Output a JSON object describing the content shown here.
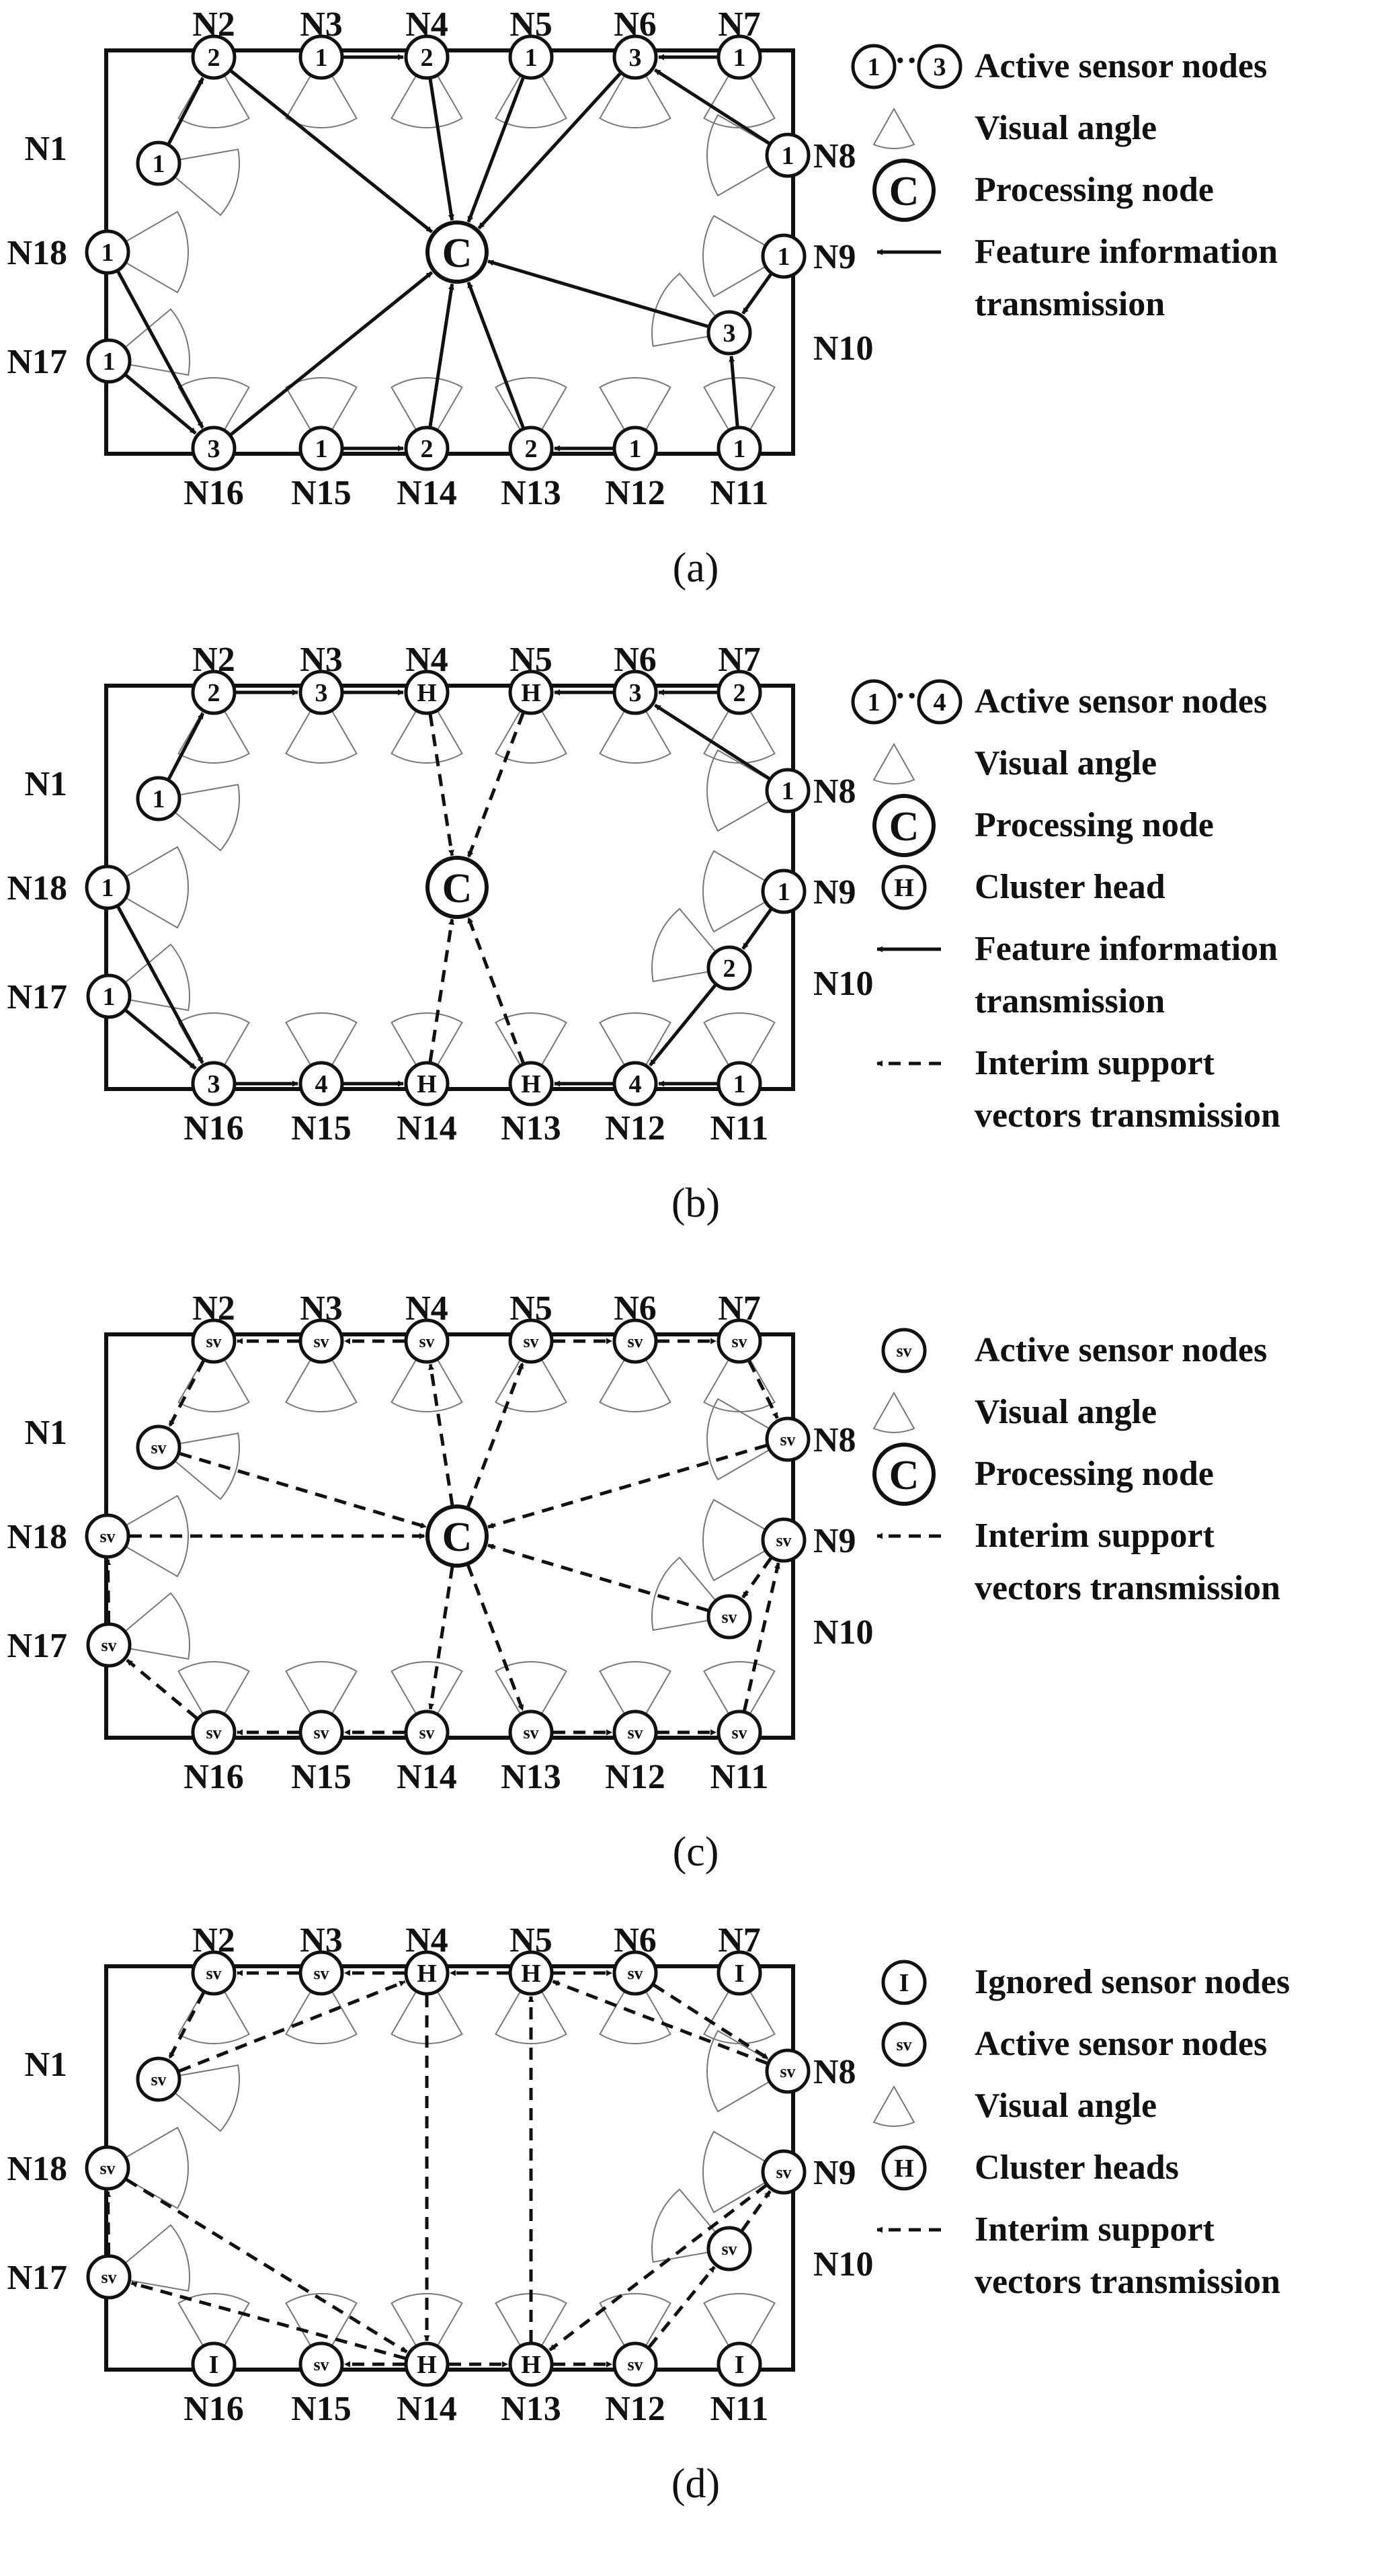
{
  "panels": [
    {
      "caption": "(a)",
      "top_labels": [
        "N2",
        "N3",
        "N4",
        "N5",
        "N6",
        "N7"
      ],
      "bottom_labels": [
        "N16",
        "N15",
        "N14",
        "N13",
        "N12",
        "N11"
      ],
      "left_labels": [
        "N1",
        "N18",
        "N17"
      ],
      "right_labels": [
        "N8",
        "N9",
        "N10"
      ],
      "center_label": "C",
      "nodes": {
        "N1": "1",
        "N2": "2",
        "N3": "1",
        "N4": "2",
        "N5": "1",
        "N6": "3",
        "N7": "1",
        "N8": "1",
        "N9": "1",
        "N10": "3",
        "N11": "1",
        "N12": "1",
        "N13": "2",
        "N14": "2",
        "N15": "1",
        "N16": "3",
        "N17": "1",
        "N18": "1"
      },
      "legend": [
        {
          "type": "range",
          "from": "1",
          "sep": "··",
          "to": "3",
          "text": "Active sensor nodes"
        },
        {
          "type": "angle",
          "text": "Visual angle"
        },
        {
          "type": "center",
          "symbol": "C",
          "text": "Processing node"
        },
        {
          "type": "solid",
          "lines": [
            "Feature information",
            "transmission"
          ]
        }
      ]
    },
    {
      "caption": "(b)",
      "top_labels": [
        "N2",
        "N3",
        "N4",
        "N5",
        "N6",
        "N7"
      ],
      "bottom_labels": [
        "N16",
        "N15",
        "N14",
        "N13",
        "N12",
        "N11"
      ],
      "left_labels": [
        "N1",
        "N18",
        "N17"
      ],
      "right_labels": [
        "N8",
        "N9",
        "N10"
      ],
      "center_label": "C",
      "nodes": {
        "N1": "1",
        "N2": "2",
        "N3": "3",
        "N4": "H",
        "N5": "H",
        "N6": "3",
        "N7": "2",
        "N8": "1",
        "N9": "1",
        "N10": "2",
        "N11": "1",
        "N12": "4",
        "N13": "H",
        "N14": "H",
        "N15": "4",
        "N16": "3",
        "N17": "1",
        "N18": "1"
      },
      "legend": [
        {
          "type": "range",
          "from": "1",
          "sep": "··",
          "to": "4",
          "text": "Active sensor nodes"
        },
        {
          "type": "angle",
          "text": "Visual angle"
        },
        {
          "type": "center",
          "symbol": "C",
          "text": "Processing node"
        },
        {
          "type": "node",
          "symbol": "H",
          "text": "Cluster head"
        },
        {
          "type": "solid",
          "lines": [
            "Feature information",
            "transmission"
          ]
        },
        {
          "type": "dashed",
          "lines": [
            "Interim support",
            "vectors transmission"
          ]
        }
      ]
    },
    {
      "caption": "(c)",
      "top_labels": [
        "N2",
        "N3",
        "N4",
        "N5",
        "N6",
        "N7"
      ],
      "bottom_labels": [
        "N16",
        "N15",
        "N14",
        "N13",
        "N12",
        "N11"
      ],
      "left_labels": [
        "N1",
        "N18",
        "N17"
      ],
      "right_labels": [
        "N8",
        "N9",
        "N10"
      ],
      "center_label": "C",
      "nodes": {
        "N1": "sv",
        "N2": "sv",
        "N3": "sv",
        "N4": "sv",
        "N5": "sv",
        "N6": "sv",
        "N7": "sv",
        "N8": "sv",
        "N9": "sv",
        "N10": "sv",
        "N11": "sv",
        "N12": "sv",
        "N13": "sv",
        "N14": "sv",
        "N15": "sv",
        "N16": "sv",
        "N17": "sv",
        "N18": "sv"
      },
      "legend": [
        {
          "type": "node",
          "symbol": "sv",
          "text": "Active sensor nodes"
        },
        {
          "type": "angle",
          "text": "Visual angle"
        },
        {
          "type": "center",
          "symbol": "C",
          "text": "Processing node"
        },
        {
          "type": "dashed",
          "lines": [
            "Interim support",
            "vectors transmission"
          ]
        }
      ]
    },
    {
      "caption": "(d)",
      "top_labels": [
        "N2",
        "N3",
        "N4",
        "N5",
        "N6",
        "N7"
      ],
      "bottom_labels": [
        "N16",
        "N15",
        "N14",
        "N13",
        "N12",
        "N11"
      ],
      "left_labels": [
        "N1",
        "N18",
        "N17"
      ],
      "right_labels": [
        "N8",
        "N9",
        "N10"
      ],
      "center_label": "",
      "nodes": {
        "N1": "sv",
        "N2": "sv",
        "N3": "sv",
        "N4": "H",
        "N5": "H",
        "N6": "sv",
        "N7": "I",
        "N8": "sv",
        "N9": "sv",
        "N10": "sv",
        "N11": "I",
        "N12": "sv",
        "N13": "H",
        "N14": "H",
        "N15": "sv",
        "N16": "I",
        "N17": "sv",
        "N18": "sv"
      },
      "legend": [
        {
          "type": "node",
          "symbol": "I",
          "text": "Ignored sensor nodes"
        },
        {
          "type": "node",
          "symbol": "sv",
          "text": "Active sensor nodes"
        },
        {
          "type": "angle",
          "text": "Visual angle"
        },
        {
          "type": "node",
          "symbol": "H",
          "text": "Cluster heads"
        },
        {
          "type": "dashed",
          "lines": [
            "Interim support",
            "vectors transmission"
          ]
        }
      ]
    }
  ],
  "edges": [
    [
      [
        "N1",
        "N2",
        "s"
      ],
      [
        "N3",
        "N4",
        "s"
      ],
      [
        "N7",
        "N6",
        "s"
      ],
      [
        "N8",
        "N6",
        "s"
      ],
      [
        "N2",
        "C",
        "s"
      ],
      [
        "N4",
        "C",
        "s"
      ],
      [
        "N5",
        "C",
        "s"
      ],
      [
        "N6",
        "C",
        "s"
      ],
      [
        "N10",
        "C",
        "s"
      ],
      [
        "N16",
        "C",
        "s"
      ],
      [
        "N14",
        "C",
        "s"
      ],
      [
        "N13",
        "C",
        "s"
      ],
      [
        "N9",
        "N10",
        "s"
      ],
      [
        "N11",
        "N10",
        "s"
      ],
      [
        "N12",
        "N13",
        "s"
      ],
      [
        "N15",
        "N14",
        "s"
      ],
      [
        "N18",
        "N16",
        "s"
      ],
      [
        "N17",
        "N16",
        "s"
      ]
    ],
    [
      [
        "N1",
        "N2",
        "s"
      ],
      [
        "N2",
        "N3",
        "s"
      ],
      [
        "N3",
        "N4",
        "s"
      ],
      [
        "N7",
        "N6",
        "s"
      ],
      [
        "N6",
        "N5",
        "s"
      ],
      [
        "N8",
        "N6",
        "s"
      ],
      [
        "N4",
        "C",
        "d"
      ],
      [
        "N5",
        "C",
        "d"
      ],
      [
        "N14",
        "C",
        "d"
      ],
      [
        "N13",
        "C",
        "d"
      ],
      [
        "N9",
        "N10",
        "s"
      ],
      [
        "N10",
        "N12",
        "s"
      ],
      [
        "N11",
        "N12",
        "s"
      ],
      [
        "N12",
        "N13",
        "s"
      ],
      [
        "N16",
        "N15",
        "s"
      ],
      [
        "N15",
        "N14",
        "s"
      ],
      [
        "N18",
        "N16",
        "s"
      ],
      [
        "N17",
        "N16",
        "s"
      ]
    ],
    [
      [
        "N4",
        "N3",
        "d"
      ],
      [
        "N3",
        "N2",
        "d"
      ],
      [
        "N2",
        "N1",
        "d"
      ],
      [
        "N5",
        "N6",
        "d"
      ],
      [
        "N6",
        "N7",
        "d"
      ],
      [
        "N7",
        "N8",
        "d"
      ],
      [
        "C",
        "N4",
        "d"
      ],
      [
        "C",
        "N5",
        "d"
      ],
      [
        "C",
        "N14",
        "d"
      ],
      [
        "C",
        "N13",
        "d"
      ],
      [
        "N1",
        "C",
        "d"
      ],
      [
        "N8",
        "C",
        "d"
      ],
      [
        "N18",
        "C",
        "d"
      ],
      [
        "N10",
        "C",
        "d"
      ],
      [
        "N9",
        "N10",
        "d"
      ],
      [
        "N11",
        "N9",
        "d"
      ],
      [
        "N14",
        "N15",
        "d"
      ],
      [
        "N15",
        "N16",
        "d"
      ],
      [
        "N16",
        "N17",
        "d"
      ],
      [
        "N17",
        "N18",
        "d"
      ],
      [
        "N13",
        "N12",
        "d"
      ],
      [
        "N12",
        "N11",
        "d"
      ]
    ],
    [
      [
        "N4",
        "N3",
        "d"
      ],
      [
        "N3",
        "N2",
        "d"
      ],
      [
        "N2",
        "N1",
        "d"
      ],
      [
        "N1",
        "N4",
        "d"
      ],
      [
        "N5",
        "N4",
        "d"
      ],
      [
        "N5",
        "N6",
        "d"
      ],
      [
        "N6",
        "N8",
        "d"
      ],
      [
        "N8",
        "N5",
        "d"
      ],
      [
        "N4",
        "N14",
        "d"
      ],
      [
        "N13",
        "N5",
        "d"
      ],
      [
        "N14",
        "N13",
        "d"
      ],
      [
        "N18",
        "N14",
        "d"
      ],
      [
        "N14",
        "N15",
        "d"
      ],
      [
        "N14",
        "N17",
        "d"
      ],
      [
        "N17",
        "N18",
        "d"
      ],
      [
        "N13",
        "N12",
        "d"
      ],
      [
        "N12",
        "N10",
        "d"
      ],
      [
        "N10",
        "N9",
        "d"
      ],
      [
        "N9",
        "N13",
        "d"
      ]
    ]
  ]
}
